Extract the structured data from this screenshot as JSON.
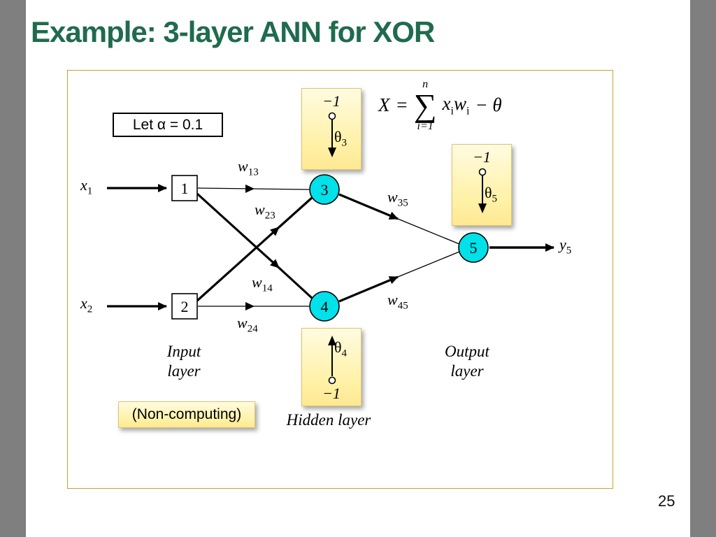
{
  "slide": {
    "title": "Example: 3-layer ANN for XOR",
    "page_number": "25"
  },
  "formula": {
    "lhs": "X",
    "equals": "=",
    "sum_top": "n",
    "sigma": "∑",
    "sum_bottom": "i=1",
    "term1_base": "x",
    "term1_sub": "i",
    "term2_base": "w",
    "term2_sub": "i",
    "tail": "− θ"
  },
  "alpha_note": "Let α = 0.1",
  "non_computing_note": "(Non-computing)",
  "network": {
    "input_nodes": [
      {
        "label": "1"
      },
      {
        "label": "2"
      }
    ],
    "hidden_nodes": [
      {
        "label": "3"
      },
      {
        "label": "4"
      }
    ],
    "output_nodes": [
      {
        "label": "5"
      }
    ]
  },
  "io": {
    "x1": {
      "base": "x",
      "sub": "1"
    },
    "x2": {
      "base": "x",
      "sub": "2"
    },
    "y5": {
      "base": "y",
      "sub": "5"
    }
  },
  "weights": {
    "w13": {
      "base": "w",
      "sub": "13"
    },
    "w23": {
      "base": "w",
      "sub": "23"
    },
    "w14": {
      "base": "w",
      "sub": "14"
    },
    "w24": {
      "base": "w",
      "sub": "24"
    },
    "w35": {
      "base": "w",
      "sub": "35"
    },
    "w45": {
      "base": "w",
      "sub": "45"
    }
  },
  "bias_notes": {
    "theta3": {
      "value": "−1",
      "base": "θ",
      "sub": "3"
    },
    "theta5": {
      "value": "−1",
      "base": "θ",
      "sub": "5"
    },
    "theta4": {
      "value": "−1",
      "base": "θ",
      "sub": "4"
    }
  },
  "layer_labels": {
    "input_line1": "Input",
    "input_line2": "layer",
    "hidden": "Hidden layer",
    "output_line1": "Output",
    "output_line2": "layer"
  },
  "colors": {
    "node_fill": "#00e1ea",
    "note_bg": "#fff1a6",
    "gold_border": "#c9a227",
    "title_green": "#1f6b4e",
    "sidebar_gray": "#7f7f7f"
  }
}
